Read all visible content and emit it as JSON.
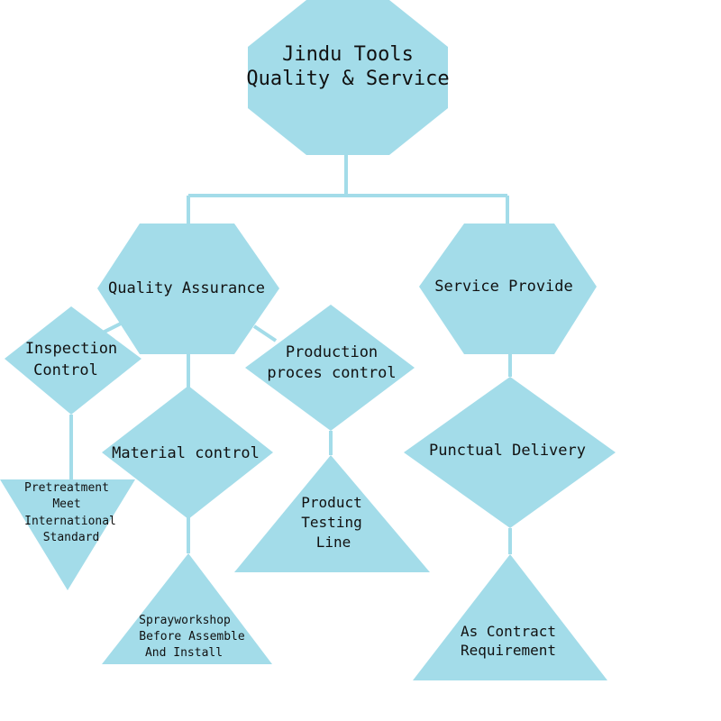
{
  "diagram": {
    "fill_color": "#a3dce9",
    "line_color": "#a3dce9",
    "text_color": "#111111",
    "root": {
      "line1": "Jindu Tools",
      "line2": "Quality & Service",
      "shape": "octagon"
    },
    "quality": {
      "label": "Quality Assurance",
      "shape": "hexagon"
    },
    "service": {
      "label": "Service Provide",
      "shape": "hexagon"
    },
    "inspection": {
      "line1": "Inspection",
      "line2": "Control",
      "shape": "diamond"
    },
    "material": {
      "label": "Material control",
      "shape": "diamond"
    },
    "production": {
      "line1": "Production",
      "line2": "proces control",
      "shape": "diamond"
    },
    "punctual": {
      "label": "Punctual Delivery",
      "shape": "diamond"
    },
    "pretreatment": {
      "line1": "Pretreatment",
      "line2": "Meet",
      "line3": "International",
      "line4": "Standard",
      "shape": "triangle-down"
    },
    "spray": {
      "line1": "Sprayworkshop",
      "line2": "Before Assemble",
      "line3": "And Install",
      "shape": "triangle-up"
    },
    "testing": {
      "line1": "Product",
      "line2": "Testing",
      "line3": "Line",
      "shape": "triangle-up"
    },
    "contract": {
      "line1": "As Contract",
      "line2": "Requirement",
      "shape": "triangle-up"
    }
  }
}
